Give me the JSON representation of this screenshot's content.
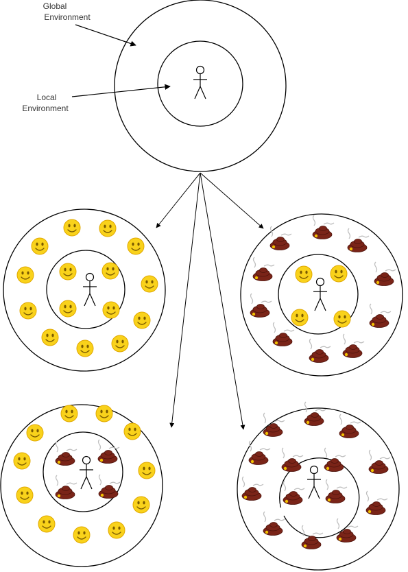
{
  "labels": {
    "global_line1": "Global",
    "global_line2": "Environment",
    "local_line1": "Local",
    "local_line2": "Environment"
  },
  "colors": {
    "stroke": "#000000",
    "smiley_fill": "#f9d21b",
    "smiley_rim": "#e0a800",
    "smiley_feature": "#7a5a00",
    "poop_fill": "#7a2418",
    "poop_dark": "#4e140c",
    "poop_spot": "#f2c200",
    "steam": "#bfbfbf"
  },
  "scenarios": [
    {
      "name": "global-happy-local-happy",
      "outer_icon": "smiley-icon",
      "inner_icon": "smiley-icon"
    },
    {
      "name": "global-poop-local-happy",
      "outer_icon": "poop-icon",
      "inner_icon": "smiley-icon"
    },
    {
      "name": "global-happy-local-poop",
      "outer_icon": "smiley-icon",
      "inner_icon": "poop-icon"
    },
    {
      "name": "global-poop-local-poop",
      "outer_icon": "poop-icon",
      "inner_icon": "poop-icon"
    }
  ]
}
